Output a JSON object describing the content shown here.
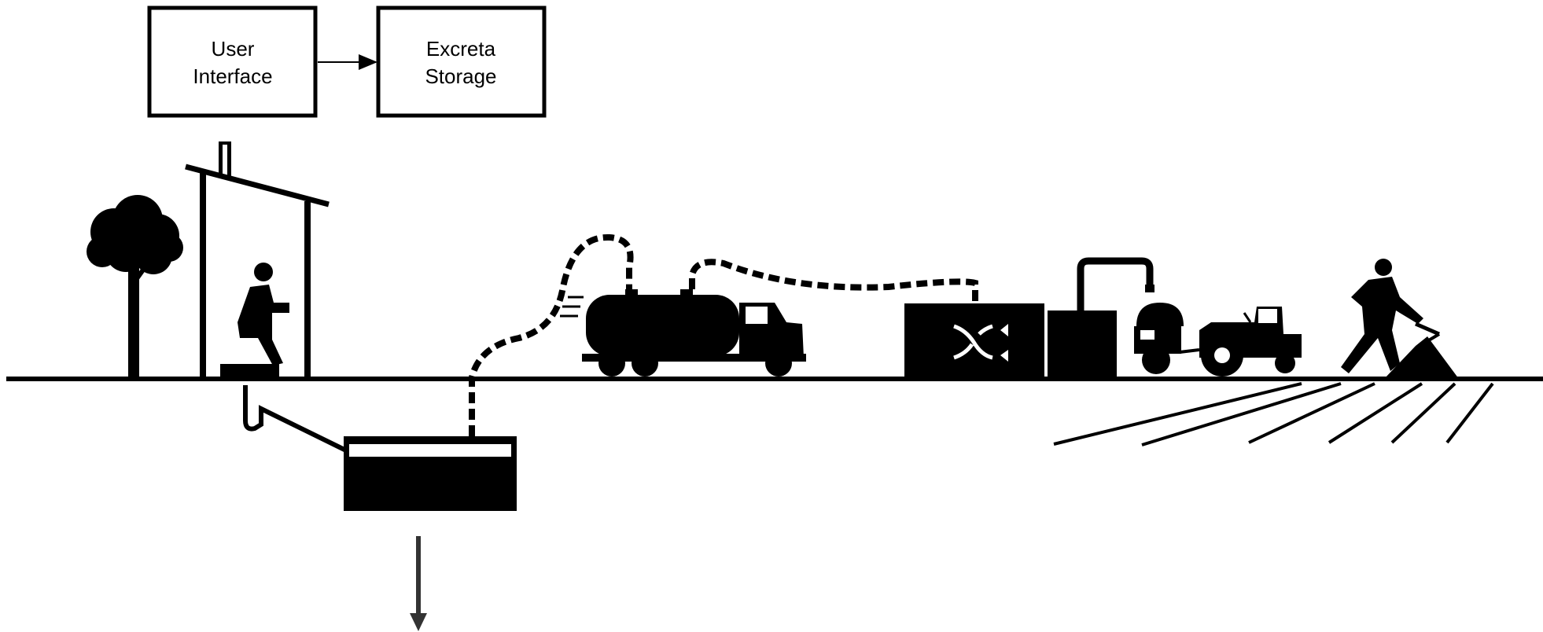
{
  "diagram": {
    "boxes": [
      {
        "line1": "User",
        "line2": "Interface"
      },
      {
        "line1": "Excreta",
        "line2": "Storage"
      }
    ],
    "colors": {
      "ink": "#000000",
      "background": "#ffffff",
      "arrow": "#333333"
    },
    "icons": [
      "tree-icon",
      "latrine-icon",
      "squatting-person-icon",
      "underground-tank-icon",
      "vacuum-hose-icon",
      "vacuum-truck-icon",
      "treatment-plant-icon",
      "tractor-icon",
      "farmer-icon",
      "plowed-field-icon",
      "downward-arrow-icon"
    ]
  }
}
